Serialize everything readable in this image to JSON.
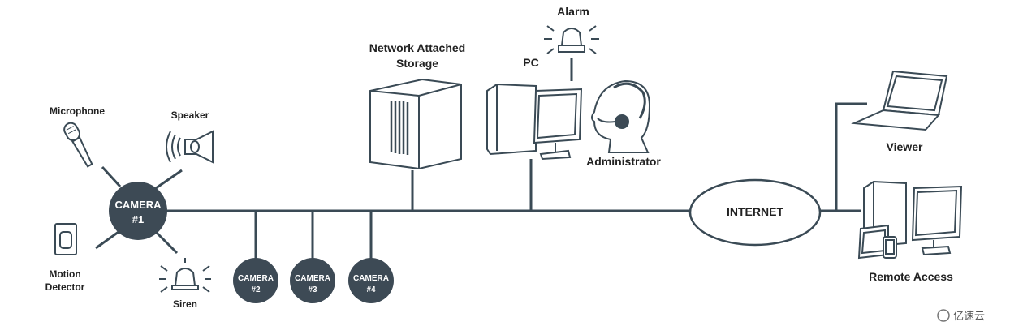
{
  "labels": {
    "microphone": "Microphone",
    "speaker": "Speaker",
    "motion_detector_1": "Motion",
    "motion_detector_2": "Detector",
    "siren": "Siren",
    "nas_1": "Network Attached",
    "nas_2": "Storage",
    "alarm": "Alarm",
    "pc": "PC",
    "administrator": "Administrator",
    "internet": "INTERNET",
    "viewer": "Viewer",
    "remote_access": "Remote Access"
  },
  "cameras": [
    {
      "line1": "CAMERA",
      "line2": "#1"
    },
    {
      "line1": "CAMERA",
      "line2": "#2"
    },
    {
      "line1": "CAMERA",
      "line2": "#3"
    },
    {
      "line1": "CAMERA",
      "line2": "#4"
    }
  ],
  "watermark": "亿速云",
  "colors": {
    "camera_fill": "#3d4a55",
    "line": "#3a4a55",
    "device_stroke": "#3a4a55"
  }
}
